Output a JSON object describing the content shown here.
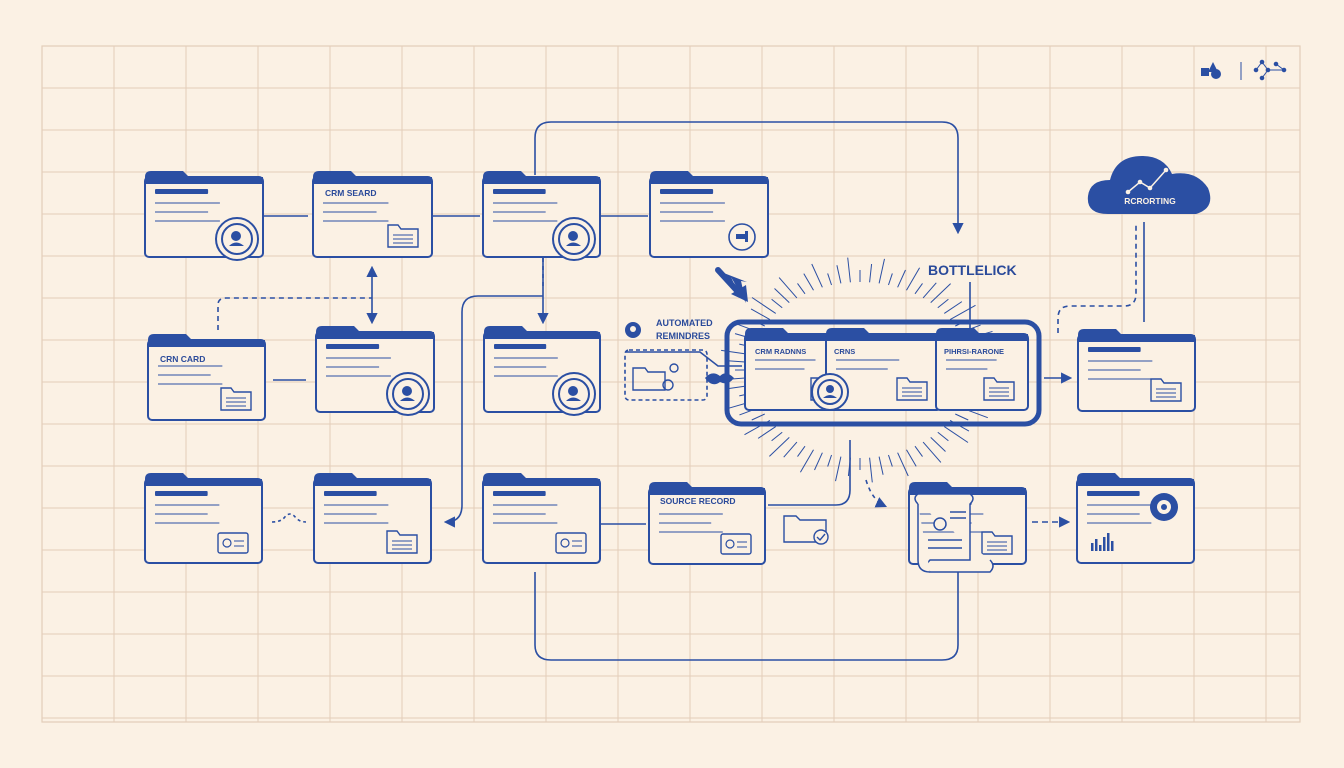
{
  "colors": {
    "background": "#fbf1e4",
    "grid": "#e3cdb9",
    "ink": "#2b4fa3",
    "ink_dark": "#203f8f"
  },
  "labels": {
    "crm_search": "CRM SEARD",
    "crm_card": "CRN CARD",
    "automated_reminders_line1": "AUTOMATED",
    "automated_reminders_line2": "REMINDRES",
    "bottleneck": "BOTTLELICK",
    "stack_card_1": "CRM RADNNS",
    "stack_card_2": "CRNS",
    "stack_card_3": "PIHRSI-RARONE",
    "source_record": "SOURCE RECORD",
    "reporting": "RCRORTING"
  },
  "icons": {
    "toolbar_left": "shapes-icon",
    "toolbar_right": "network-icon",
    "cloud": "cloud-analytics-icon",
    "contact_badge": "contact-badge-icon",
    "folder": "folder-icon",
    "document_scroll": "document-scroll-icon",
    "bar_chart": "bar-chart-icon"
  }
}
